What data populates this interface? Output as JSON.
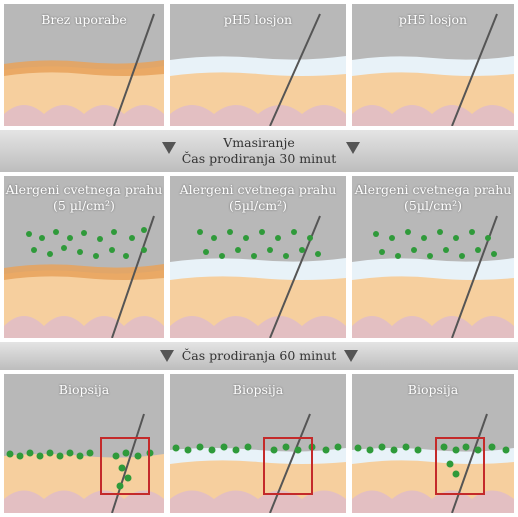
{
  "row1": {
    "labels": [
      "Brez uporabe",
      "pH5 losjon",
      "pH5 losjon"
    ]
  },
  "band1": {
    "line1": "Vmasiranje",
    "line2": "Čas prodiranja 30 minut"
  },
  "row2": {
    "labels": [
      {
        "line1": "Alergeni cvetnega prahu",
        "line2": "(5 µl/cm²)"
      },
      {
        "line1": "Alergeni cvetnega prahu",
        "line2": "(5µl/cm²)"
      },
      {
        "line1": "Alergeni cvetnega prahu",
        "line2": "(5µl/cm²)"
      }
    ]
  },
  "band2": {
    "line1": "Čas prodiranja 60 minut"
  },
  "row3": {
    "labels": [
      "Biopsija",
      "Biopsija",
      "Biopsija"
    ]
  },
  "colors": {
    "skin": "#f6cf9e",
    "stratum": "#e8a25a",
    "lotion": "#e8f2f8",
    "pollen": "#2f9a3a",
    "box": "#c42a2a",
    "band_text": "#333333"
  }
}
